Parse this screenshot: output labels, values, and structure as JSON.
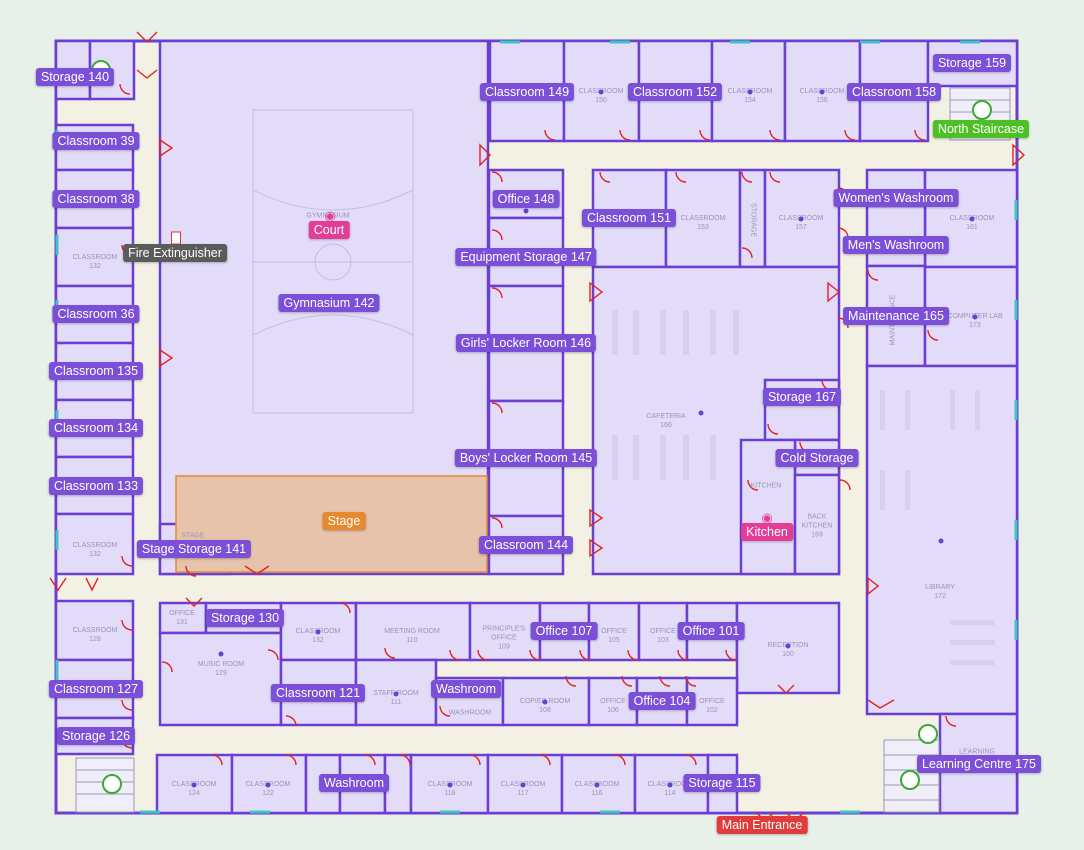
{
  "map": {
    "labels": {
      "storage_140": "Storage 140",
      "classroom_39": "Classroom 39",
      "classroom_38": "Classroom 38",
      "fire_extinguisher": "Fire Extinguisher",
      "classroom_36": "Classroom 36",
      "classroom_135": "Classroom 135",
      "classroom_134": "Classroom 134",
      "classroom_133": "Classroom 133",
      "stage_storage_141": "Stage Storage 141",
      "court": "Court",
      "gymnasium_142": "Gymnasium 142",
      "stage": "Stage",
      "classroom_149": "Classroom 149",
      "classroom_152": "Classroom 152",
      "classroom_158": "Classroom 158",
      "storage_159": "Storage 159",
      "north_staircase": "North Staircase",
      "office_148": "Office 148",
      "classroom_151": "Classroom 151",
      "womens_washroom": "Women's Washroom",
      "mens_washroom": "Men's Washroom",
      "equipment_storage_147": "Equipment Storage 147",
      "maintenance_165": "Maintenance 165",
      "girls_locker_room_146": "Girls' Locker Room 146",
      "storage_167": "Storage 167",
      "boys_locker_room_145": "Boys' Locker Room 145",
      "cold_storage": "Cold Storage",
      "classroom_144": "Classroom 144",
      "kitchen": "Kitchen",
      "storage_130": "Storage 130",
      "office_107": "Office 107",
      "office_101": "Office 101",
      "classroom_127": "Classroom 127",
      "classroom_121": "Classroom 121",
      "washroom_north": "Washroom",
      "office_104": "Office 104",
      "storage_126": "Storage 126",
      "washroom_south": "Washroom",
      "storage_115": "Storage 115",
      "learning_centre_175": "Learning Centre 175",
      "main_entrance": "Main Entrance"
    },
    "room_text": {
      "gymnasium": "GYMNASIUM",
      "cafeteria": [
        "CAFETERIA",
        "166"
      ],
      "library": [
        "LIBRARY",
        "172"
      ],
      "classroom_150": [
        "CLASSROOM",
        "150"
      ],
      "classroom_154": [
        "CLASSROOM",
        "154"
      ],
      "classroom_156": [
        "CLASSROOM",
        "156"
      ],
      "classroom_153": [
        "CLASSROOM",
        "153"
      ],
      "classroom_157": [
        "CLASSROOM",
        "157"
      ],
      "classroom_161": [
        "CLASSROOM",
        "161"
      ],
      "storage_vertical": "STORAGE",
      "maintenance_vertical": "MAINTENANCE",
      "computer_lab_173": [
        "COMPUTER LAB",
        "173"
      ],
      "classroom_132_w": [
        "CLASSROOM",
        "132"
      ],
      "classroom_132_s": [
        "CLASSROOM",
        "132"
      ],
      "classroom_128": [
        "CLASSROOM",
        "128"
      ],
      "kitchen_room": "KITCHEN",
      "back_kitchen_169": [
        "BACK",
        "KITCHEN",
        "169"
      ],
      "stage_room": "STAGE",
      "office_131": [
        "OFFICE",
        "131"
      ],
      "music_room_129": [
        "MUSIC ROOM",
        "129"
      ],
      "classroom_132_c": [
        "CLASSROOM",
        "132"
      ],
      "meeting_room_110": [
        "MEETING ROOM",
        "110"
      ],
      "principals_office_109": [
        "PRINCIPLE'S",
        "OFFICE",
        "109"
      ],
      "office_105": [
        "OFFICE",
        "105"
      ],
      "office_103": [
        "OFFICE",
        "103"
      ],
      "reception_100": [
        "RECEPTION",
        "100"
      ],
      "staff_room_111": [
        "STAFF ROOM",
        "111"
      ],
      "washroom_room": "WASHROOM",
      "copier_room_108": [
        "COPIER ROOM",
        "108"
      ],
      "office_106": [
        "OFFICE",
        "106"
      ],
      "office_102": [
        "OFFICE",
        "102"
      ],
      "classroom_124": [
        "CLASSROOM",
        "124"
      ],
      "classroom_122": [
        "CLASSROOM",
        "122"
      ],
      "classroom_118": [
        "CLASSROOM",
        "118"
      ],
      "classroom_117": [
        "CLASSROOM",
        "117"
      ],
      "classroom_116": [
        "CLASSROOM",
        "116"
      ],
      "classroom_114": [
        "CLASSROOM",
        "114"
      ],
      "learning_centre_room": "LEARNING"
    },
    "colors": {
      "room_fill": "#e3dcf9",
      "wall": "#6a3fd2",
      "corridor": "#f3f1e4",
      "outside": "#e8f0ea",
      "stage_fill": "#e8c3ac",
      "door": "#e02424",
      "window": "#3fc2c8"
    }
  }
}
